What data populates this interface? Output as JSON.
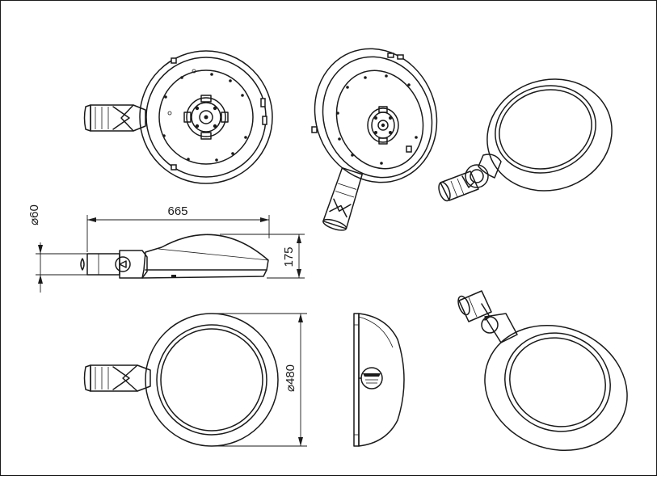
{
  "drawing": {
    "dimensions": {
      "length": "665",
      "height": "175",
      "diameter": "⌀480",
      "spigot": "⌀60"
    },
    "colors": {
      "line": "#1a1a1a",
      "background": "#ffffff"
    }
  }
}
